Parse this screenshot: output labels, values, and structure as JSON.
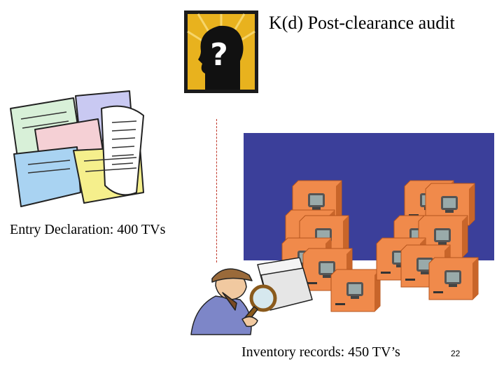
{
  "slide": {
    "title": "K(d) Post-clearance audit",
    "entry_label": "Entry Declaration: 400 TVs",
    "inventory_label": "Inventory records: 450 TV’s",
    "page_number": "22"
  },
  "icons": {
    "question": "question-head-icon",
    "documents": "documents-icon",
    "detective": "detective-icon",
    "boxes": "tv-boxes-icon"
  },
  "colors": {
    "panel": "#3b3f9a",
    "box": "#f08a4b",
    "question_bg": "#e8b21e",
    "divider": "#c0392b"
  }
}
